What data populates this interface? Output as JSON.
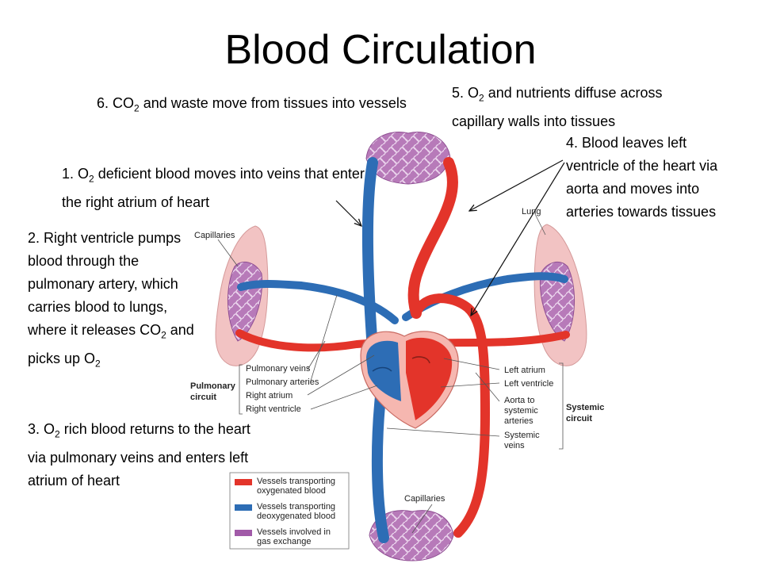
{
  "title": "Blood Circulation",
  "notes": {
    "n1": {
      "a": "1. O",
      "sub1": "2",
      "b": " deficient blood moves into veins that enter the right atrium of heart"
    },
    "n2": {
      "a": "2. Right ventricle pumps blood through the pulmonary artery, which carries blood to lungs, where it releases CO",
      "sub1": "2",
      "b": " and picks up O",
      "sub2": "2"
    },
    "n3": {
      "a": "3. O",
      "sub1": "2",
      "b": " rich blood returns to the heart via pulmonary veins and enters left atrium of heart"
    },
    "n4": {
      "a": "4. Blood leaves left ventricle of the heart via aorta and moves into arteries towards tissues"
    },
    "n5": {
      "a": "5. O",
      "sub1": "2",
      "b": " and nutrients diffuse across capillary walls into tissues"
    },
    "n6": {
      "a": "6. CO",
      "sub1": "2",
      "b": " and waste move from tissues into vessels"
    }
  },
  "figure": {
    "capillaries_top": "Capillaries",
    "capillaries_bottom": "Capillaries",
    "lung": "Lung",
    "pulmonary_circuit": [
      "Pulmonary",
      "circuit"
    ],
    "pulmonary_labels": [
      "Pulmonary veins",
      "Pulmonary arteries",
      "Right atrium",
      "Right ventricle"
    ],
    "systemic_circuit": [
      "Systemic",
      "circuit"
    ],
    "systemic_labels": {
      "left_atrium": "Left atrium",
      "left_ventricle": "Left ventricle",
      "aorta": [
        "Aorta to",
        "systemic",
        "arteries"
      ],
      "veins": [
        "Systemic",
        "veins"
      ]
    },
    "legend": [
      {
        "lines": [
          "Vessels transporting",
          "oxygenated blood"
        ],
        "color": "#e3342a"
      },
      {
        "lines": [
          "Vessels transporting",
          "deoxygenated blood"
        ],
        "color": "#2d6db5"
      },
      {
        "lines": [
          "Vessels involved in",
          "gas exchange"
        ],
        "color": "#a15aa8"
      }
    ]
  },
  "colors": {
    "oxygenated": "#e3342a",
    "deoxygenated": "#2d6db5",
    "exchange": "#a15aa8",
    "lung": "#f2c3c3"
  }
}
